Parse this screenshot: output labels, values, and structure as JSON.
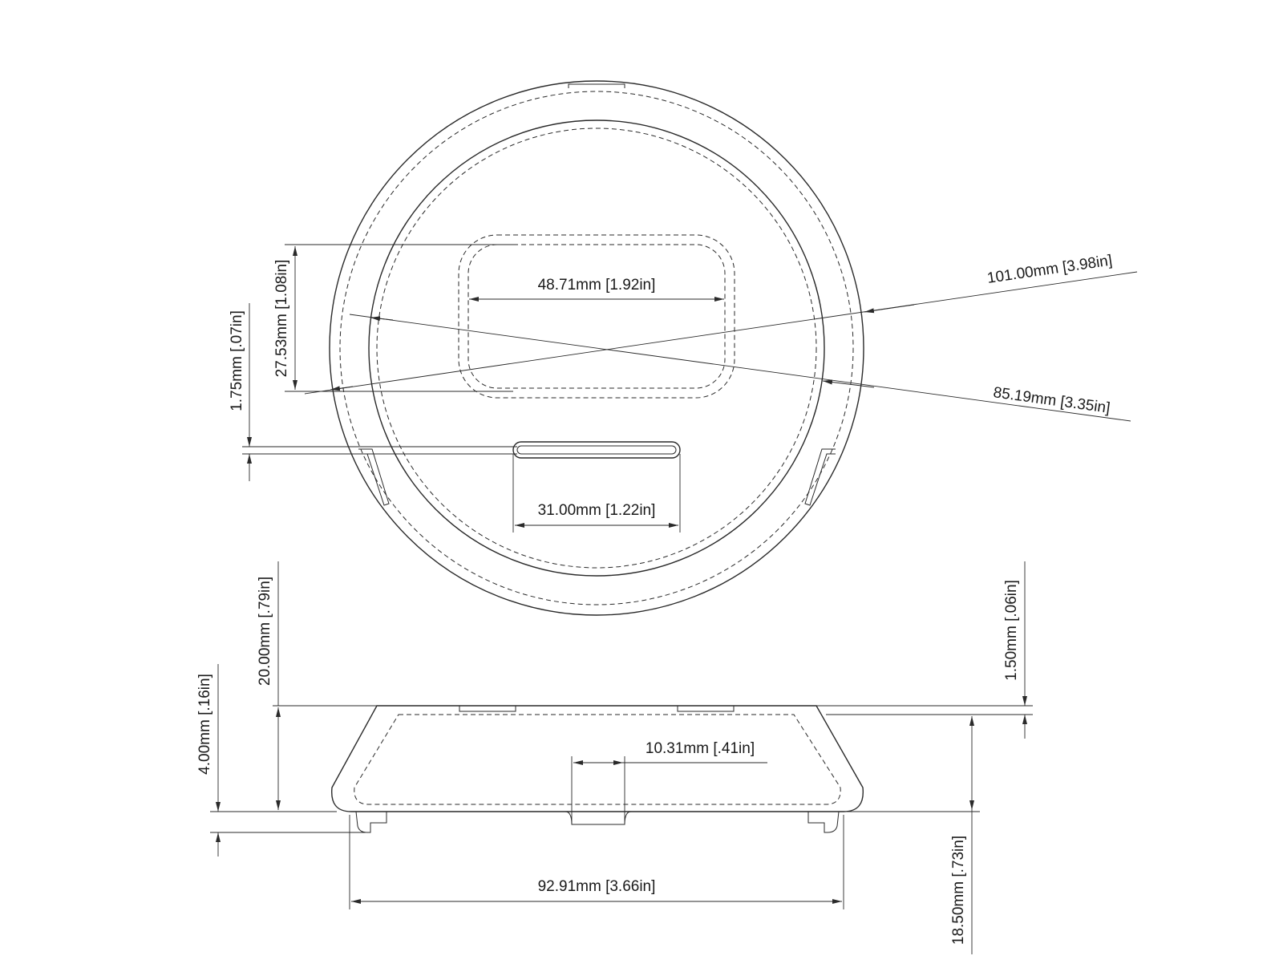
{
  "dimensions": {
    "top_view": {
      "outer_diameter": "101.00mm [3.98in]",
      "inner_diameter": "85.19mm [3.35in]",
      "window_width": "48.71mm [1.92in]",
      "window_height": "27.53mm [1.08in]",
      "slot_height": "1.75mm [.07in]",
      "slot_width": "31.00mm [1.22in]"
    },
    "side_view": {
      "total_height": "20.00mm [.79in]",
      "step_height": "1.50mm [.06in]",
      "foot_height": "4.00mm [.16in]",
      "notch_width": "10.31mm [.41in]",
      "body_height": "18.50mm [.73in]",
      "base_width": "92.91mm [3.66in]"
    }
  },
  "colors": {
    "line": "#2a2a2a",
    "text": "#1a1a1a",
    "background": "#ffffff"
  }
}
